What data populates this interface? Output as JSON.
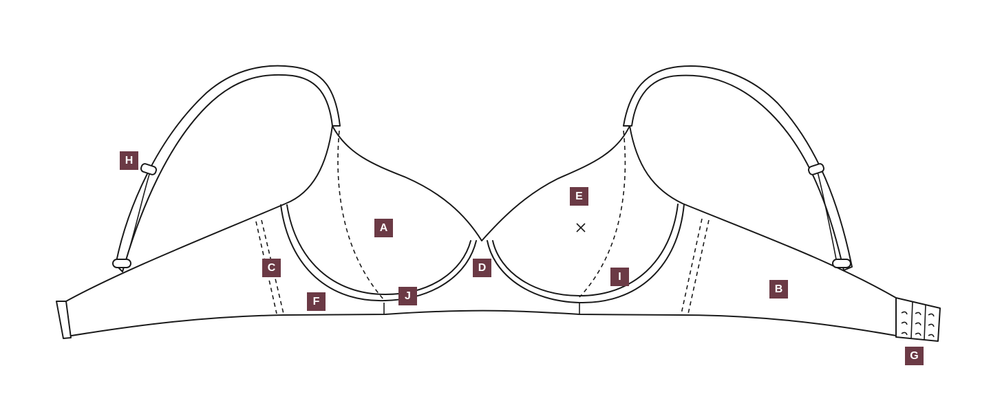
{
  "labels": {
    "A": "A",
    "B": "B",
    "C": "C",
    "D": "D",
    "E": "E",
    "F": "F",
    "G": "G",
    "H": "H",
    "I": "I",
    "J": "J"
  },
  "colors": {
    "label_background": "#6b3a45",
    "label_text": "#ffffff",
    "line": "#1a1a1a"
  },
  "marks": {
    "center_mark_icon": "cross-mark-icon"
  }
}
